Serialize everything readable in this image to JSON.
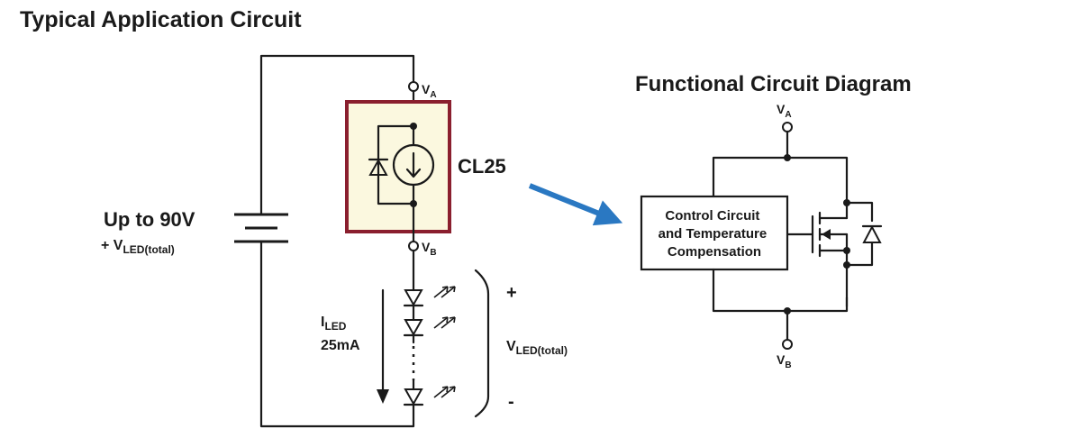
{
  "titles": {
    "left": "Typical Application Circuit",
    "right": "Functional Circuit Diagram"
  },
  "supply": {
    "voltage": "Up to 90V",
    "plus_sign": "+ ",
    "v": "V",
    "v_sub": "LED(total)"
  },
  "device": {
    "name": "CL25",
    "box_border_color": "#8a1f2e",
    "box_fill_color": "#fbf8df"
  },
  "terminals": {
    "a_main": "V",
    "a_sub": "A",
    "b_main": "V",
    "b_sub": "B"
  },
  "current": {
    "i": "I",
    "i_sub": "LED",
    "value": "25mA"
  },
  "led_string": {
    "v": "V",
    "v_sub": "LED(total)",
    "plus": "+",
    "minus": "-"
  },
  "functional": {
    "control_lines": [
      "Control Circuit",
      "and Temperature",
      "Compensation"
    ]
  },
  "arrow_color": "#2a78c2"
}
